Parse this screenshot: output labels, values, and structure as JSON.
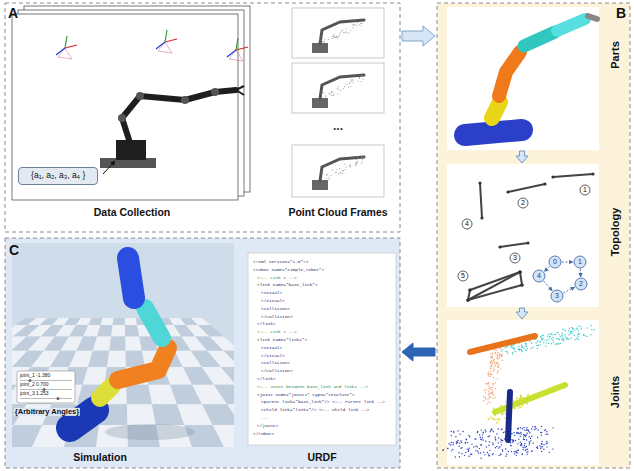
{
  "diagram": {
    "nodes": [
      {
        "text": [
          "A"
        ]
      },
      {
        "text": [
          "Data Collection"
        ],
        "in": 0
      },
      {
        "text": [
          "Point Cloud Frames"
        ],
        "in": 0
      },
      {
        "text": [
          "{a₁, a₂, a₃, a₄ }"
        ],
        "in": 1
      },
      {
        "text": [
          "B"
        ]
      },
      {
        "text": [
          "Parts"
        ],
        "in": 4
      },
      {
        "text": [
          "Topology"
        ],
        "in": 4
      },
      {
        "text": [
          "Joints"
        ],
        "in": 4
      },
      {
        "text": [
          "C"
        ]
      },
      {
        "text": [
          "Simulation"
        ],
        "in": 8
      },
      {
        "text": [
          "URDF"
        ],
        "in": 8
      },
      {
        "text": [
          "{Arbitrary Angles}"
        ],
        "in": 9
      }
    ],
    "edges": [
      {
        "from": 0,
        "to": 4,
        "arrow": "to"
      },
      {
        "from": 4,
        "to": 8,
        "arrow": "to"
      },
      {
        "from": 5,
        "to": 6,
        "arrow": "to"
      },
      {
        "from": 6,
        "to": 7,
        "arrow": "to"
      }
    ],
    "labels": [
      "1",
      "2",
      "4",
      "3",
      "5",
      "0",
      "1",
      "4",
      "2",
      "3",
      "...",
      "joint_1 -1.380",
      "joint_2 0.700",
      "joint_3 1.253",
      "<?xml version=\"1.0\"?>",
      "<robot name=\"simple_robot\">",
      "<!-- Link 1 -->",
      "<link name=\"base_link\">",
      "<visual>",
      "</visual>",
      "<collision>",
      "</collision>",
      "</link>",
      "<!-- Link 2 -->",
      "<link name=\"link1\">",
      "<visual>",
      "</visual>",
      "<collision>",
      "</collision>",
      "</link>",
      "<!-- Joint between base_link and link1 -->",
      "<joint name=\"joint1\" type=\"revolute\">",
      "<parent link=\"base_link\"/> <!-- Parent link -->",
      "<child link=\"link1\"/> <!-- Child link -->",
      "...",
      "</joint>",
      "</robot>"
    ]
  }
}
